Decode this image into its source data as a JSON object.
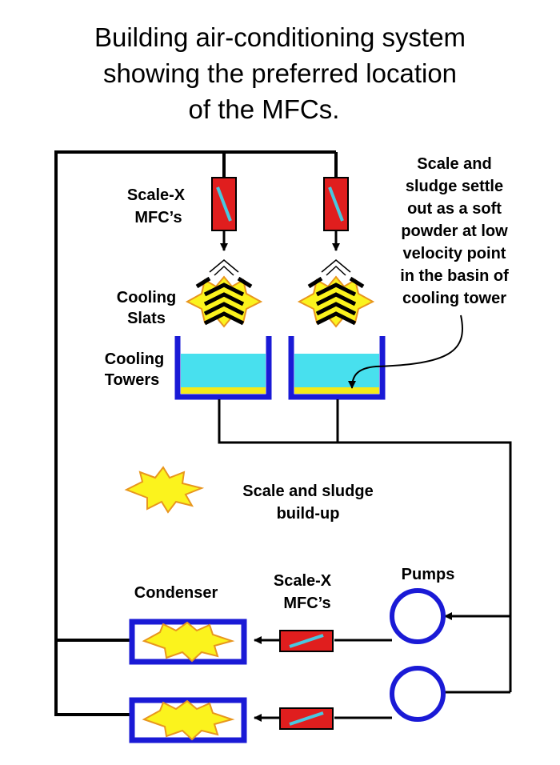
{
  "title": {
    "line1": "Building air-conditioning system",
    "line2": "showing the preferred location",
    "line3": "of the MFCs."
  },
  "labels": {
    "mfc_top_1": "Scale-X",
    "mfc_top_2": "MFC’s",
    "slats_1": "Cooling",
    "slats_2": "Slats",
    "towers_1": "Cooling",
    "towers_2": "Towers",
    "note_1": "Scale and",
    "note_2": "sludge settle",
    "note_3": "out as a soft",
    "note_4": "powder at low",
    "note_5": "velocity point",
    "note_6": "in the basin of",
    "note_7": "cooling tower",
    "legend_1": "Scale and sludge",
    "legend_2": "build-up",
    "condenser": "Condenser",
    "mfc_bottom_1": "Scale-X",
    "mfc_bottom_2": "MFC’s",
    "pumps": "Pumps"
  },
  "colors": {
    "pipe": "#000000",
    "tank_wall": "#1a1ad6",
    "water": "#48e0ee",
    "sludge": "#f5ea1a",
    "mfc_body": "#e01e1e",
    "mfc_bar": "#48c8e0",
    "burst_fill": "#fbf31d",
    "burst_stroke": "#e8961e"
  }
}
